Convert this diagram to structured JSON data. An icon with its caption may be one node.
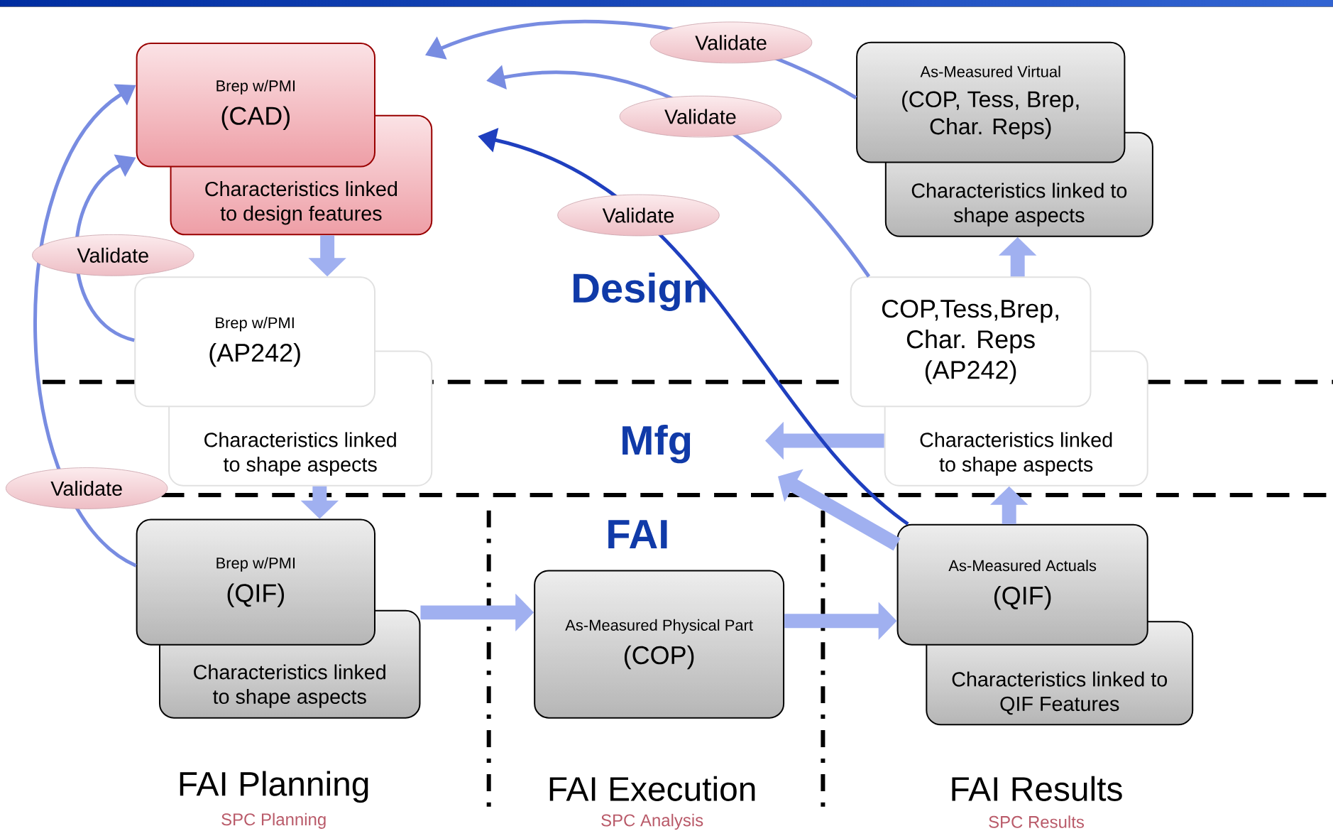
{
  "diagram": {
    "nodes": [
      {
        "text": [
          "Brep w/PMI",
          "(CAD)"
        ]
      },
      {
        "text": [
          "Characteristics linked to design features"
        ]
      },
      {
        "text": [
          "Brep w/PMI",
          "(AP242)"
        ]
      },
      {
        "text": [
          "Characteristics linked to shape aspects"
        ]
      },
      {
        "text": [
          "Brep w/PMI",
          "(QIF)"
        ]
      },
      {
        "text": [
          "Characteristics linked to shape aspects"
        ]
      },
      {
        "text": [
          "As-Measured Physical Part",
          "(COP)"
        ]
      },
      {
        "text": [
          "As-Measured Actuals",
          "(QIF)"
        ]
      },
      {
        "text": [
          "Characteristics linked to QIF Features"
        ]
      },
      {
        "text": [
          "COP,Tess,Brep, Char. Reps (AP242)"
        ]
      },
      {
        "text": [
          "Characteristics linked to shape aspects"
        ]
      },
      {
        "text": [
          "As-Measured Virtual",
          "(COP, Tess, Brep, Char. Reps)"
        ]
      },
      {
        "text": [
          "Characteristics linked to shape aspects"
        ]
      }
    ],
    "edges": [
      {
        "from": 1,
        "to": 2,
        "arrow": "to"
      },
      {
        "from": 3,
        "to": 4,
        "arrow": "to"
      },
      {
        "from": 5,
        "to": 6,
        "arrow": "to"
      },
      {
        "from": 6,
        "to": 7,
        "arrow": "to"
      },
      {
        "from": 7,
        "to": 10,
        "arrow": "to"
      },
      {
        "from": 9,
        "to": 12,
        "arrow": "to"
      },
      {
        "from": 10,
        "to": null,
        "arrow": "to"
      },
      {
        "from": 7,
        "to": null,
        "arrow": "to"
      },
      {
        "from": 2,
        "to": 0,
        "arrow": "to",
        "label": "Validate"
      },
      {
        "from": 4,
        "to": 0,
        "arrow": "to",
        "label": "Validate"
      },
      {
        "from": 11,
        "to": null,
        "arrow": "to",
        "label": "Validate"
      },
      {
        "from": 9,
        "to": null,
        "arrow": "to",
        "label": "Validate"
      },
      {
        "from": 7,
        "to": null,
        "arrow": "to",
        "label": "Validate",
        "color": "#1f3fbf"
      }
    ],
    "labels": [
      "Design",
      "Mfg",
      "FAI",
      "FAI Planning",
      "SPC Planning",
      "FAI Execution",
      "SPC Analysis",
      "FAI Results",
      "SPC Results"
    ]
  }
}
